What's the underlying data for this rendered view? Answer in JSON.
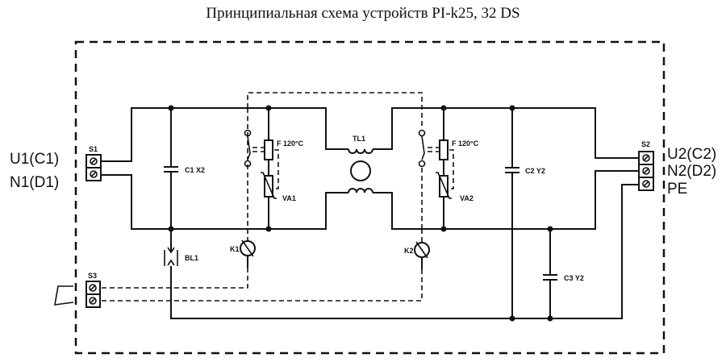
{
  "title": "Принципиальная схема устройств PI-k25, 32  DS",
  "terminals": {
    "input": [
      "U1(C1)",
      "N1(D1)"
    ],
    "output": [
      "U2(C2)",
      "N2(D2)",
      "PE"
    ]
  },
  "components": {
    "s1": "S1",
    "s2": "S2",
    "s3": "S3",
    "c1": "C1 X2",
    "c2": "C2 Y2",
    "c3": "C3 Y2",
    "fuse1": "F  120°C",
    "fuse2": "F  120°C",
    "va1": "VA1",
    "va2": "VA2",
    "tl1": "TL1",
    "k1": "K1",
    "k2": "K2",
    "bl1": "BL1"
  }
}
